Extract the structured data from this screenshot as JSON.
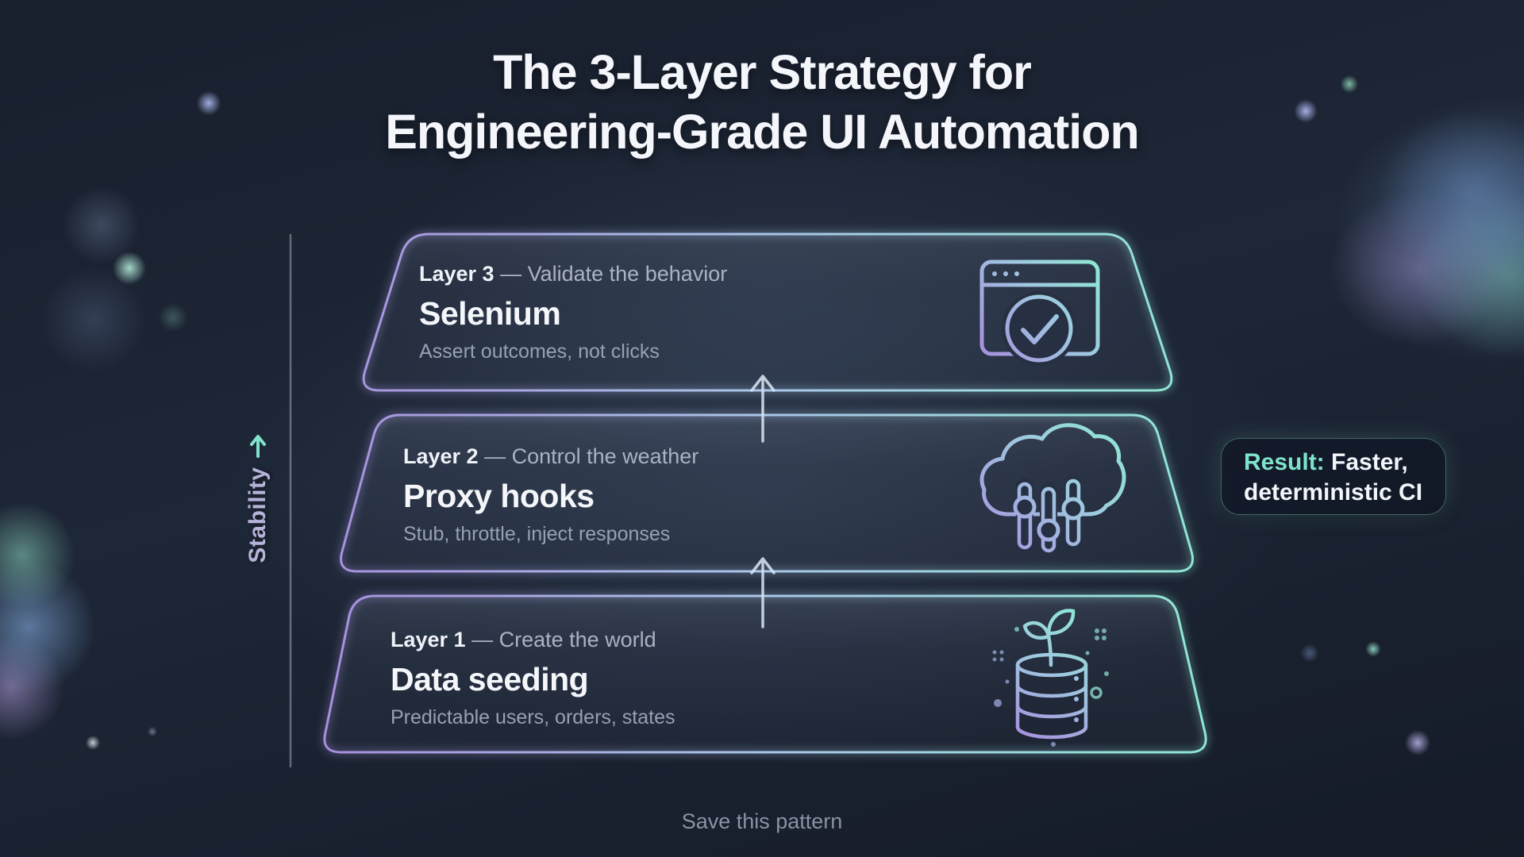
{
  "title": {
    "line1": "The 3-Layer Strategy for",
    "line2": "Engineering-Grade UI Automation"
  },
  "stability_axis": {
    "label": "Stability",
    "icon": "up-arrow-icon"
  },
  "layers": [
    {
      "eyebrow_label": "Layer 3",
      "eyebrow_text": "— Validate the behavior",
      "title": "Selenium",
      "description": "Assert outcomes, not clicks",
      "icon": "browser-check-icon"
    },
    {
      "eyebrow_label": "Layer 2",
      "eyebrow_text": "— Control the weather",
      "title": "Proxy hooks",
      "description": "Stub, throttle, inject responses",
      "icon": "cloud-sliders-icon"
    },
    {
      "eyebrow_label": "Layer 1",
      "eyebrow_text": "— Create the world",
      "title": "Data seeding",
      "description": "Predictable users, orders, states",
      "icon": "database-sprout-icon"
    }
  ],
  "result_callout": {
    "label": "Result:",
    "line1": "Faster,",
    "line2": "deterministic CI"
  },
  "footer": {
    "caption": "Save this pattern"
  },
  "icons": {
    "layer3": "browser-check-icon",
    "layer2": "cloud-sliders-icon",
    "layer1": "database-sprout-icon",
    "between_layers": "arrow-up-icon",
    "axis": "up-arrow-icon"
  },
  "colors": {
    "background": "#1b2231",
    "accent_purple": "#a78fdd",
    "accent_teal": "#8ee7d4",
    "result_accent": "#7fe3cc",
    "text_primary": "#f3f5f9",
    "text_muted": "#9aa3b2",
    "stability_label": "#b6b2d8"
  }
}
